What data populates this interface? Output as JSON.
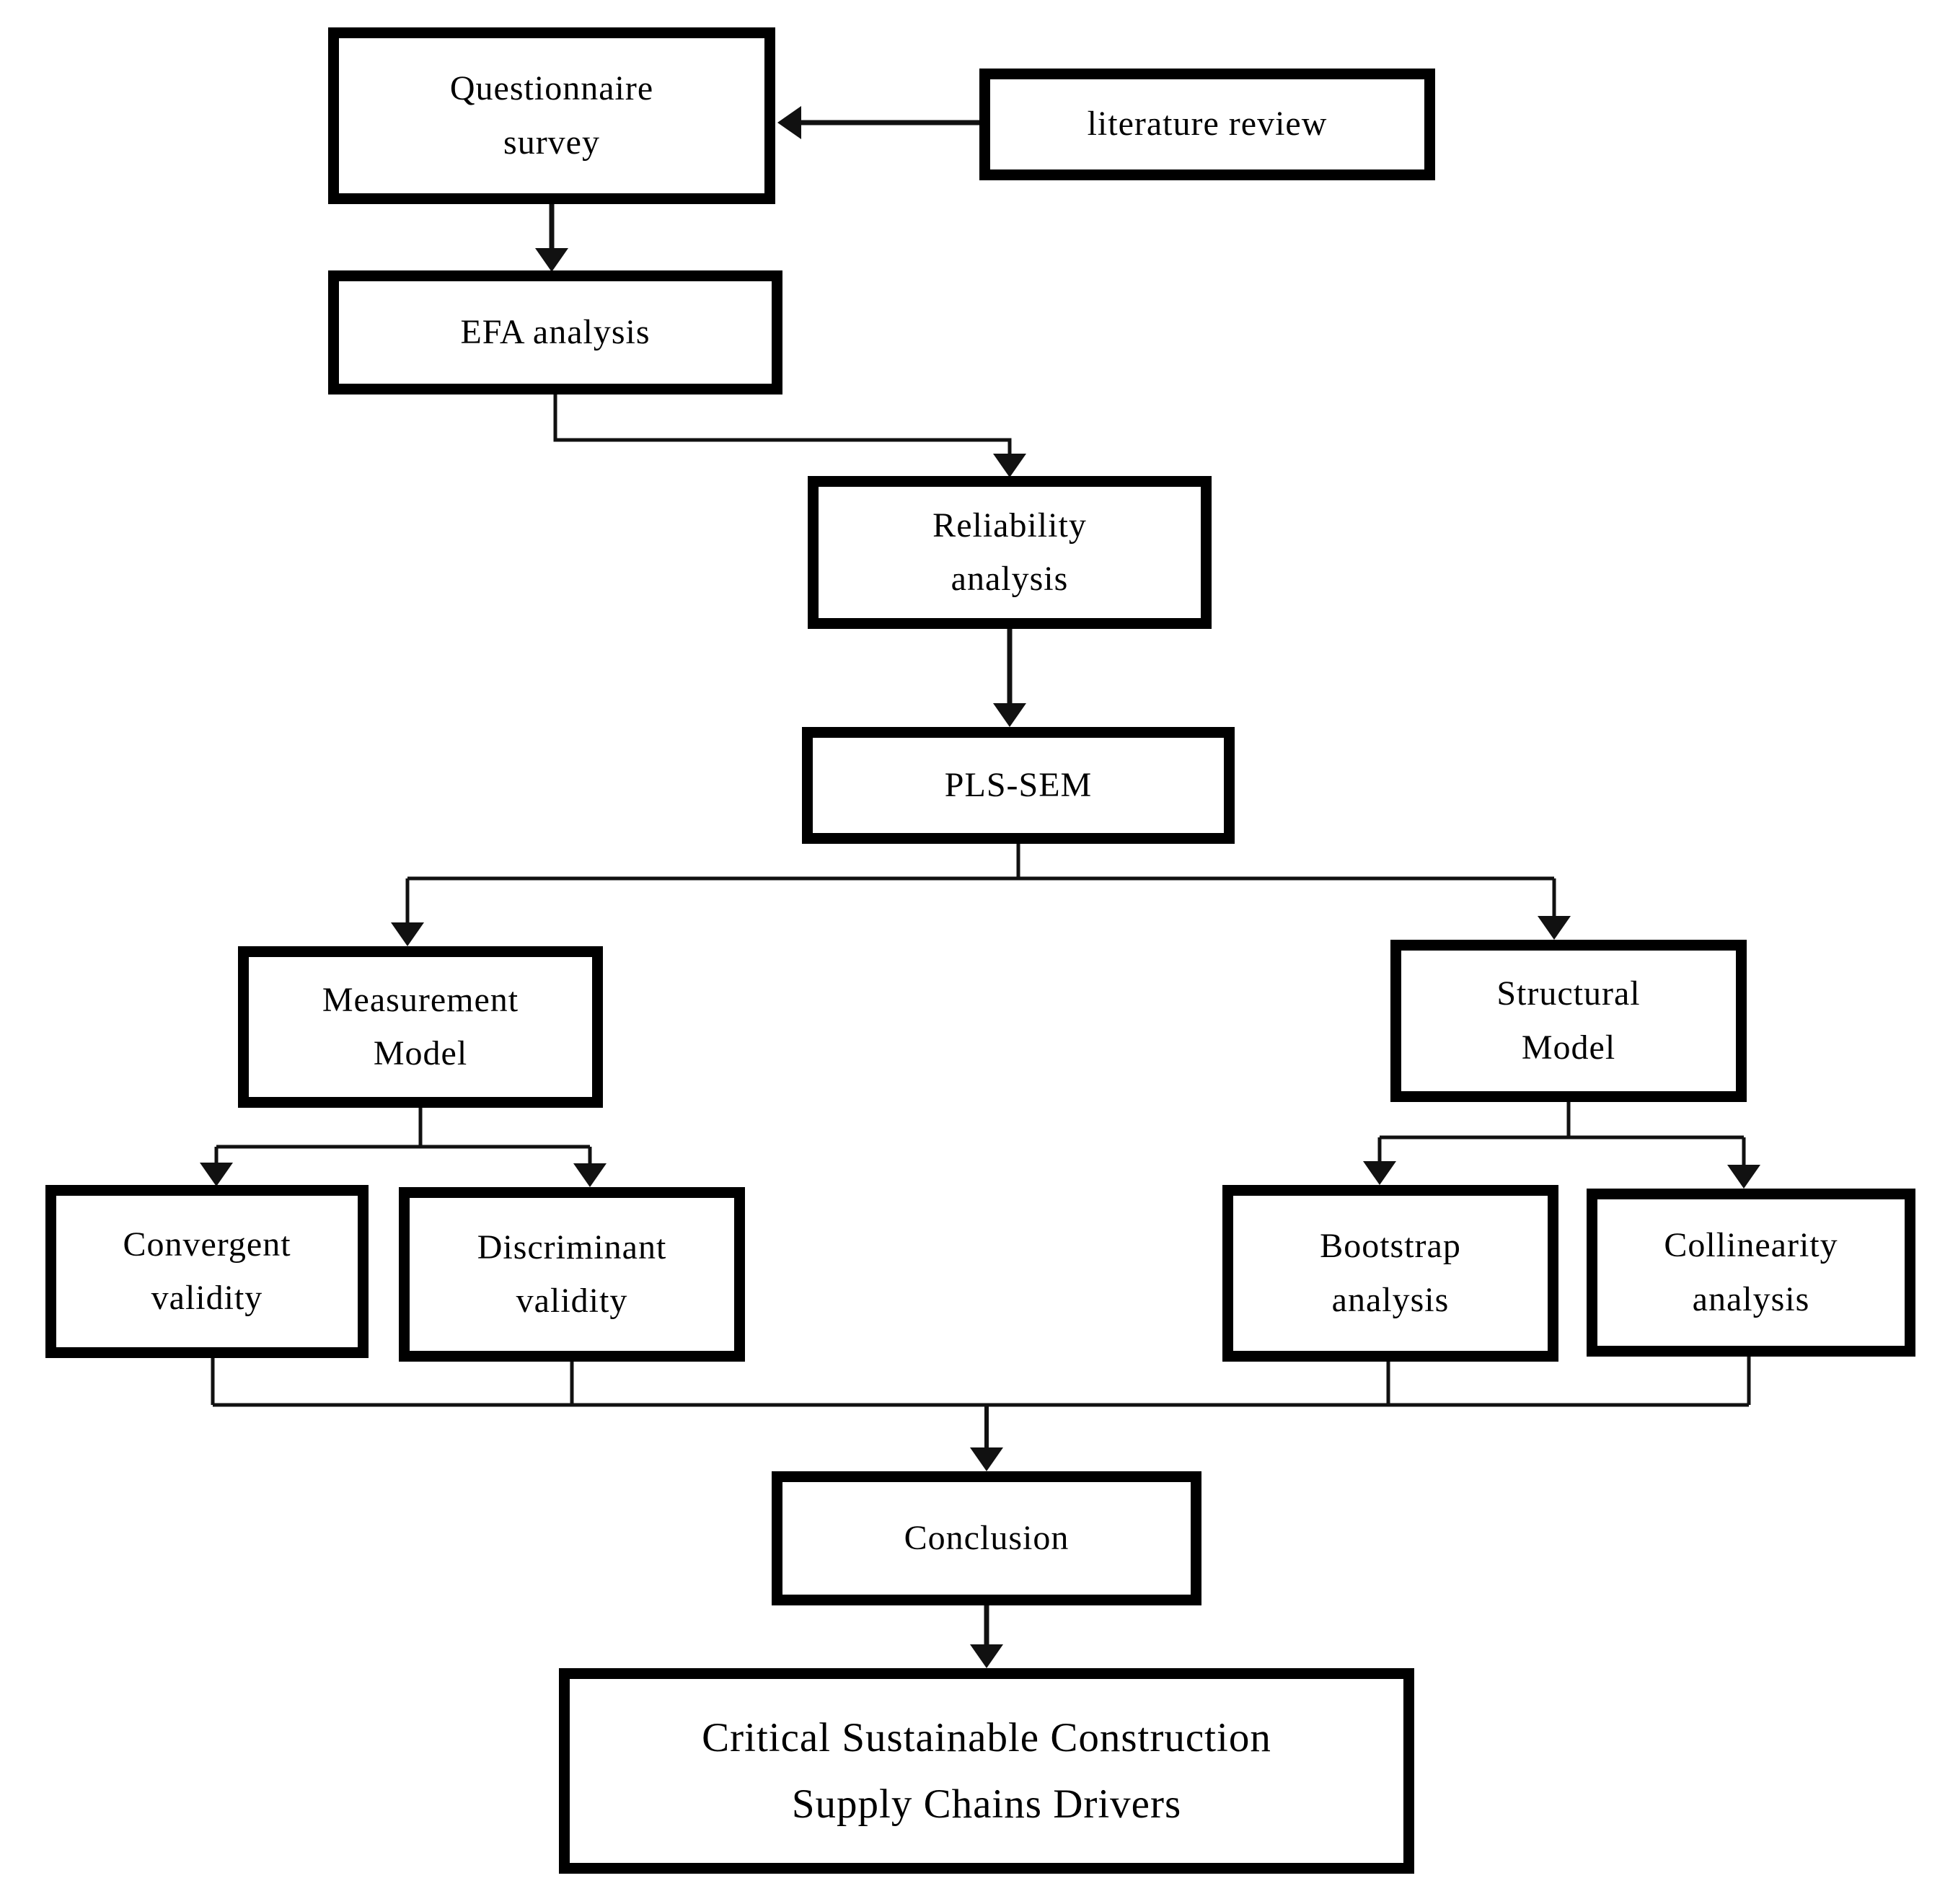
{
  "figure": {
    "type": "flowchart",
    "background_color": "#ffffff",
    "box_border_color": "#000000",
    "connector_color": "#111111",
    "nodes": {
      "questionnaire": {
        "lines": [
          "Questionnaire",
          "survey"
        ]
      },
      "literature": {
        "lines": [
          "literature review"
        ]
      },
      "efa": {
        "lines": [
          "EFA analysis"
        ]
      },
      "reliability": {
        "lines": [
          "Reliability",
          "analysis"
        ]
      },
      "plssem": {
        "lines": [
          "PLS-SEM"
        ]
      },
      "measurement": {
        "lines": [
          "Measurement",
          "Model"
        ]
      },
      "structural": {
        "lines": [
          "Structural",
          "Model"
        ]
      },
      "convergent": {
        "lines": [
          "Convergent",
          "validity"
        ]
      },
      "discriminant": {
        "lines": [
          "Discriminant",
          "validity"
        ]
      },
      "bootstrap": {
        "lines": [
          "Bootstrap",
          "analysis"
        ]
      },
      "collinearity": {
        "lines": [
          "Collinearity",
          "analysis"
        ]
      },
      "conclusion": {
        "lines": [
          "Conclusion"
        ]
      },
      "outcome": {
        "lines": [
          "Critical Sustainable Construction",
          "Supply Chains Drivers"
        ]
      }
    },
    "edges": [
      {
        "from": "literature",
        "to": "questionnaire"
      },
      {
        "from": "questionnaire",
        "to": "efa"
      },
      {
        "from": "efa",
        "to": "reliability"
      },
      {
        "from": "reliability",
        "to": "plssem"
      },
      {
        "from": "plssem",
        "to": "measurement"
      },
      {
        "from": "plssem",
        "to": "structural"
      },
      {
        "from": "measurement",
        "to": "convergent"
      },
      {
        "from": "measurement",
        "to": "discriminant"
      },
      {
        "from": "structural",
        "to": "bootstrap"
      },
      {
        "from": "structural",
        "to": "collinearity"
      },
      {
        "from": "convergent",
        "to": "conclusion"
      },
      {
        "from": "discriminant",
        "to": "conclusion"
      },
      {
        "from": "bootstrap",
        "to": "conclusion"
      },
      {
        "from": "collinearity",
        "to": "conclusion"
      },
      {
        "from": "conclusion",
        "to": "outcome"
      }
    ]
  }
}
